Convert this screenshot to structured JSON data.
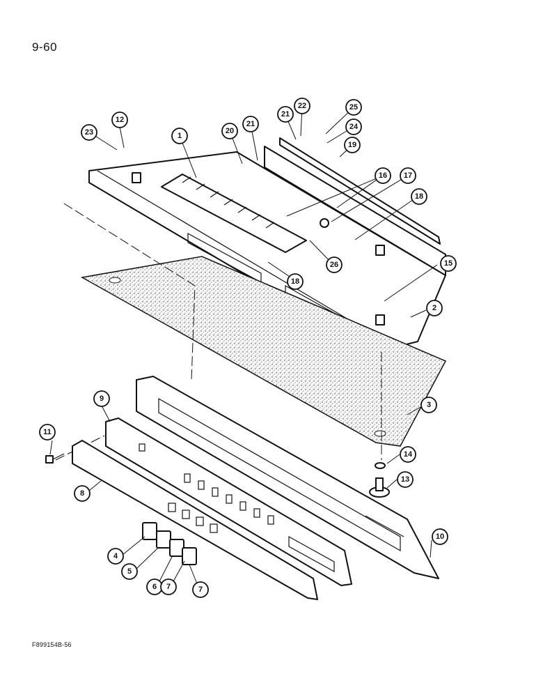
{
  "page": {
    "page_number": "9-60",
    "figure_code": "F899154B-56"
  },
  "callouts": [
    {
      "id": "c1",
      "label": "1"
    },
    {
      "id": "c2",
      "label": "2"
    },
    {
      "id": "c3",
      "label": "3"
    },
    {
      "id": "c4",
      "label": "4"
    },
    {
      "id": "c5",
      "label": "5"
    },
    {
      "id": "c6",
      "label": "6"
    },
    {
      "id": "c7a",
      "label": "7"
    },
    {
      "id": "c7b",
      "label": "7"
    },
    {
      "id": "c8",
      "label": "8"
    },
    {
      "id": "c9",
      "label": "9"
    },
    {
      "id": "c10",
      "label": "10"
    },
    {
      "id": "c11",
      "label": "11"
    },
    {
      "id": "c12",
      "label": "12"
    },
    {
      "id": "c13",
      "label": "13"
    },
    {
      "id": "c14",
      "label": "14"
    },
    {
      "id": "c15",
      "label": "15"
    },
    {
      "id": "c16",
      "label": "16"
    },
    {
      "id": "c17",
      "label": "17"
    },
    {
      "id": "c18a",
      "label": "18"
    },
    {
      "id": "c18b",
      "label": "18"
    },
    {
      "id": "c19",
      "label": "19"
    },
    {
      "id": "c20",
      "label": "20"
    },
    {
      "id": "c21a",
      "label": "21"
    },
    {
      "id": "c21b",
      "label": "21"
    },
    {
      "id": "c22",
      "label": "22"
    },
    {
      "id": "c23",
      "label": "23"
    },
    {
      "id": "c24",
      "label": "24"
    },
    {
      "id": "c25",
      "label": "25"
    },
    {
      "id": "c26",
      "label": "26"
    }
  ]
}
